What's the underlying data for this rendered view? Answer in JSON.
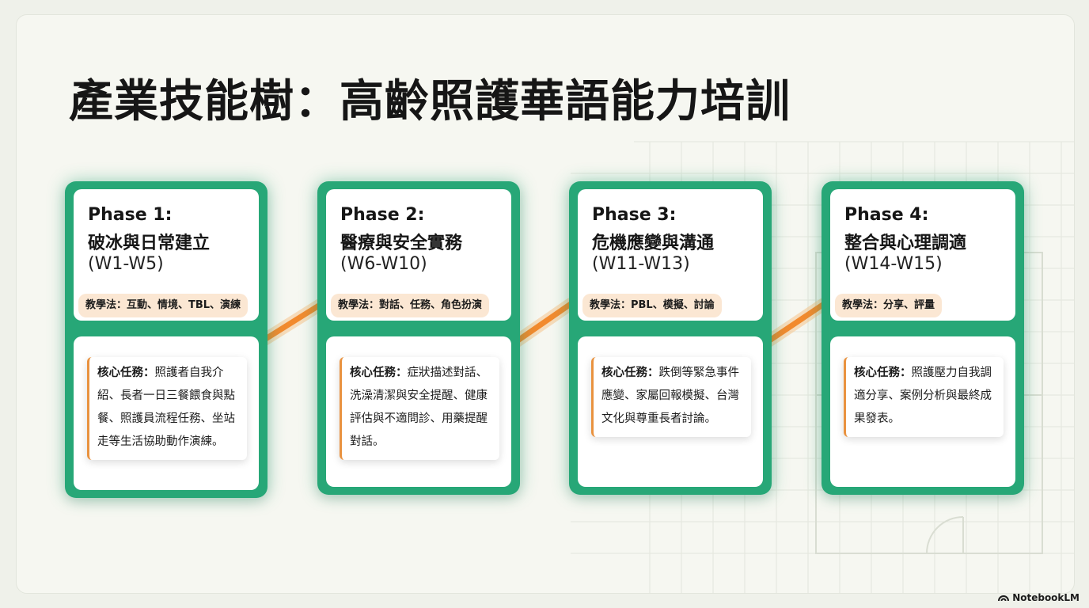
{
  "title": "產業技能樹：高齡照護華語能力培訓",
  "brand": {
    "name": "NotebookLM",
    "icon": "notebooklm-logo-icon"
  },
  "colors": {
    "card": "#27a777",
    "connector": "#f28a2e",
    "pill": "#fbe7d3",
    "task_accent": "#e9923f"
  },
  "phases": [
    {
      "label": "Phase 1:",
      "name": "破冰與日常建立",
      "weeks": "(W1-W5)",
      "method": "教學法：互動、情境、TBL、演練",
      "task_label": "核心任務：",
      "task_text": "照護者自我介紹、長者一日三餐餵食與點餐、照護員流程任務、坐站走等生活協助動作演練。"
    },
    {
      "label": "Phase 2:",
      "name": "醫療與安全實務",
      "weeks": "(W6-W10)",
      "method": "教學法：對話、任務、角色扮演",
      "task_label": "核心任務：",
      "task_text": "症狀描述對話、洗澡清潔與安全提醒、健康評估與不適問診、用藥提醒對話。"
    },
    {
      "label": "Phase 3:",
      "name": "危機應變與溝通",
      "weeks": "(W11-W13)",
      "method": "教學法：PBL、模擬、討論",
      "task_label": "核心任務：",
      "task_text": "跌倒等緊急事件應變、家屬回報模擬、台灣文化與尊重長者討論。"
    },
    {
      "label": "Phase 4:",
      "name": "整合與心理調適",
      "weeks": "(W14-W15)",
      "method": "教學法：分享、評量",
      "task_label": "核心任務：",
      "task_text": "照護壓力自我調適分享、案例分析與最終成果發表。"
    }
  ]
}
